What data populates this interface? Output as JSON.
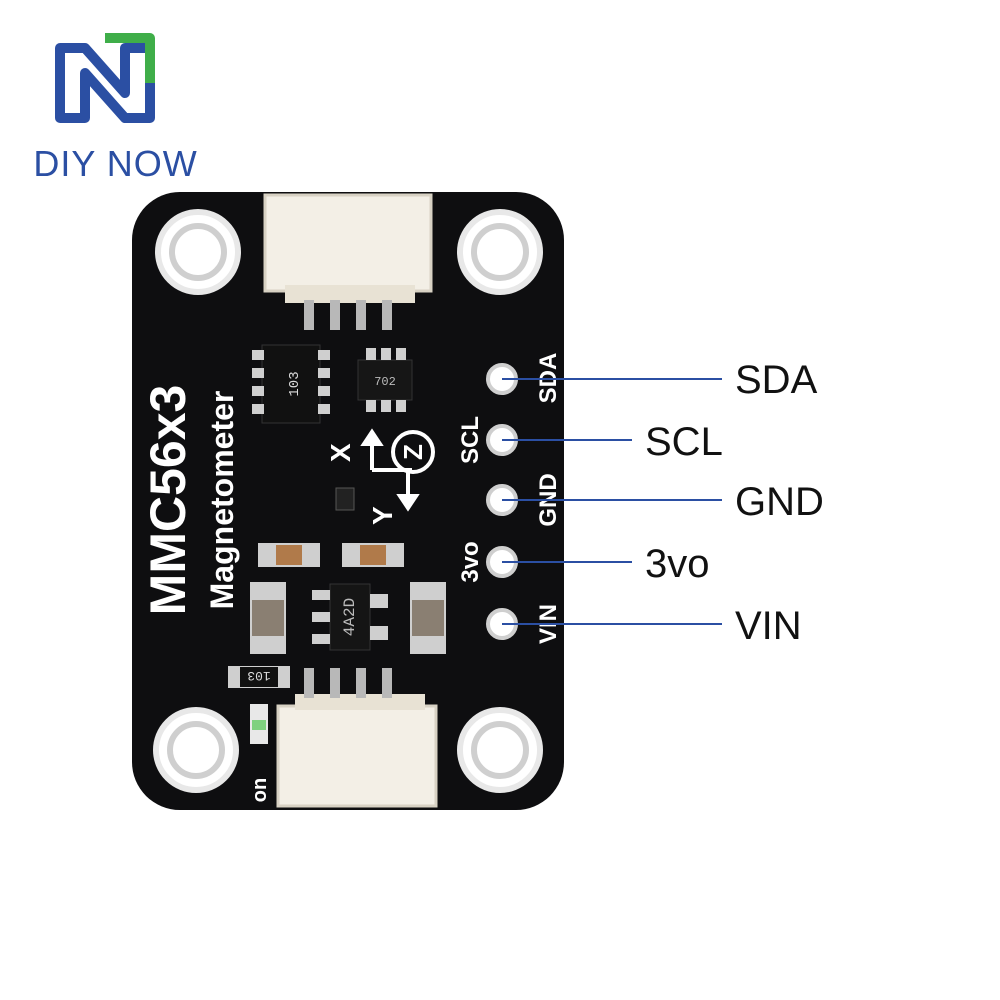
{
  "brand": {
    "name": "DIY NOW",
    "colors": {
      "blue": "#2b4fa3",
      "green": "#3fae49"
    }
  },
  "board": {
    "title": "MMC56x3",
    "subtitle": "Magnetometer",
    "axes": {
      "x": "X",
      "y": "Y",
      "z": "Z"
    },
    "chip_markings": [
      "103",
      "702",
      "4A2D",
      "103"
    ],
    "led_label": "on",
    "pin_silkscreen": [
      "SDA",
      "SCL",
      "GND",
      "3vo",
      "VIN"
    ]
  },
  "callouts": [
    {
      "name": "sda",
      "label": "SDA"
    },
    {
      "name": "scl",
      "label": "SCL"
    },
    {
      "name": "gnd",
      "label": "GND"
    },
    {
      "name": "3vo",
      "label": "3vo"
    },
    {
      "name": "vin",
      "label": "VIN"
    }
  ],
  "colors": {
    "pcb": "#0e0e10",
    "connector": "#f2eee6",
    "pad": "#d9d9d9",
    "line": "#2b4fa3"
  }
}
